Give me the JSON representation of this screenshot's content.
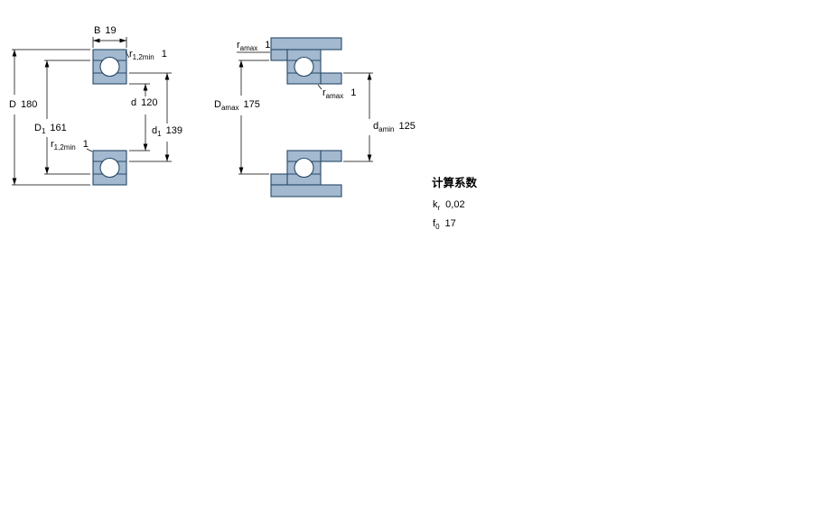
{
  "colors": {
    "bearing_fill": "#a3b9cf",
    "bearing_stroke": "#274968",
    "line": "#000000"
  },
  "left_view": {
    "b": {
      "base": "B",
      "value": "19"
    },
    "r12_top": {
      "base": "r",
      "sub": "1,2min",
      "value": "1"
    },
    "D": {
      "base": "D",
      "value": "180"
    },
    "D1": {
      "base": "D",
      "sub": "1",
      "value": "161"
    },
    "d": {
      "base": "d",
      "value": "120"
    },
    "d1": {
      "base": "d",
      "sub": "1",
      "value": "139"
    },
    "r12_bottom": {
      "base": "r",
      "sub": "1,2min",
      "value": "1"
    }
  },
  "right_view": {
    "ra_top": {
      "base": "r",
      "sub": "amax",
      "value": "1"
    },
    "Da": {
      "base": "D",
      "sub": "amax",
      "value": "175"
    },
    "ra_mid": {
      "base": "r",
      "sub": "amax",
      "value": "1"
    },
    "da": {
      "base": "d",
      "sub": "amin",
      "value": "125"
    }
  },
  "calculation_factors": {
    "title": "计算系数",
    "kr": {
      "base": "k",
      "sub": "r",
      "value": "0,02"
    },
    "f0": {
      "base": "f",
      "sub": "0",
      "value": "17"
    }
  }
}
